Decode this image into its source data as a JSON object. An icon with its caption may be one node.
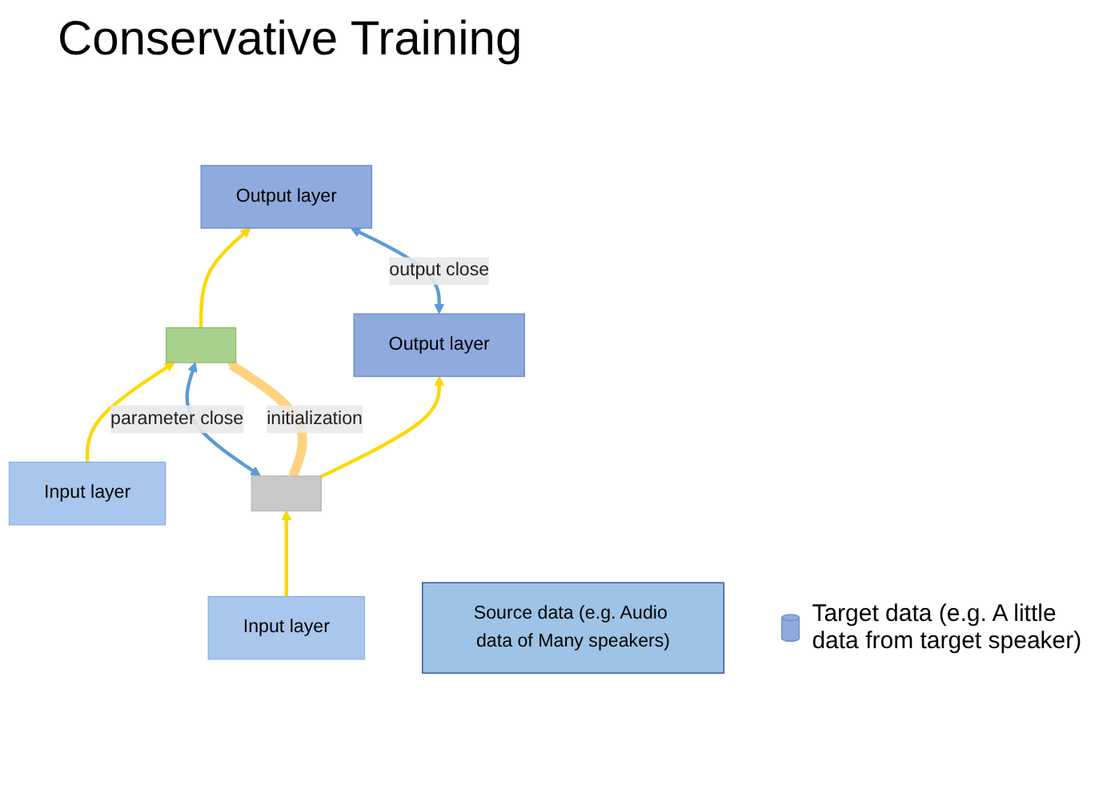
{
  "diagram": {
    "title": "Conservative Training",
    "nodes": [
      {
        "text": [
          "Output layer"
        ]
      },
      {
        "text": [],
        "shape": "box"
      },
      {
        "text": [
          "Input layer"
        ]
      },
      {
        "text": [
          "Source data (e.g. Audio data of Many speakers)"
        ]
      },
      {
        "text": [
          "Output layer"
        ]
      },
      {
        "text": [],
        "shape": "box"
      },
      {
        "text": [
          "Input layer"
        ]
      },
      {
        "text": [],
        "shape": "cylinder",
        "beside": [
          "Target data (e.g. A little data from target speaker)"
        ]
      }
    ],
    "edges": [
      {
        "from": 2,
        "to": 1,
        "arrow": "to"
      },
      {
        "from": 1,
        "to": 0,
        "arrow": "to"
      },
      {
        "from": 6,
        "to": 5,
        "arrow": "to"
      },
      {
        "from": 5,
        "to": 4,
        "arrow": "to"
      },
      {
        "from": 0,
        "to": 4,
        "arrow": "both",
        "label": "output close",
        "color": "#5b9bd5"
      },
      {
        "from": 1,
        "to": 5,
        "arrow": "both",
        "label": "parameter close",
        "color": "#5b9bd5"
      },
      {
        "from": 1,
        "to": 5,
        "arrow": "to",
        "label": "initialization",
        "style": "thick",
        "color": "#ffd27f"
      }
    ]
  }
}
